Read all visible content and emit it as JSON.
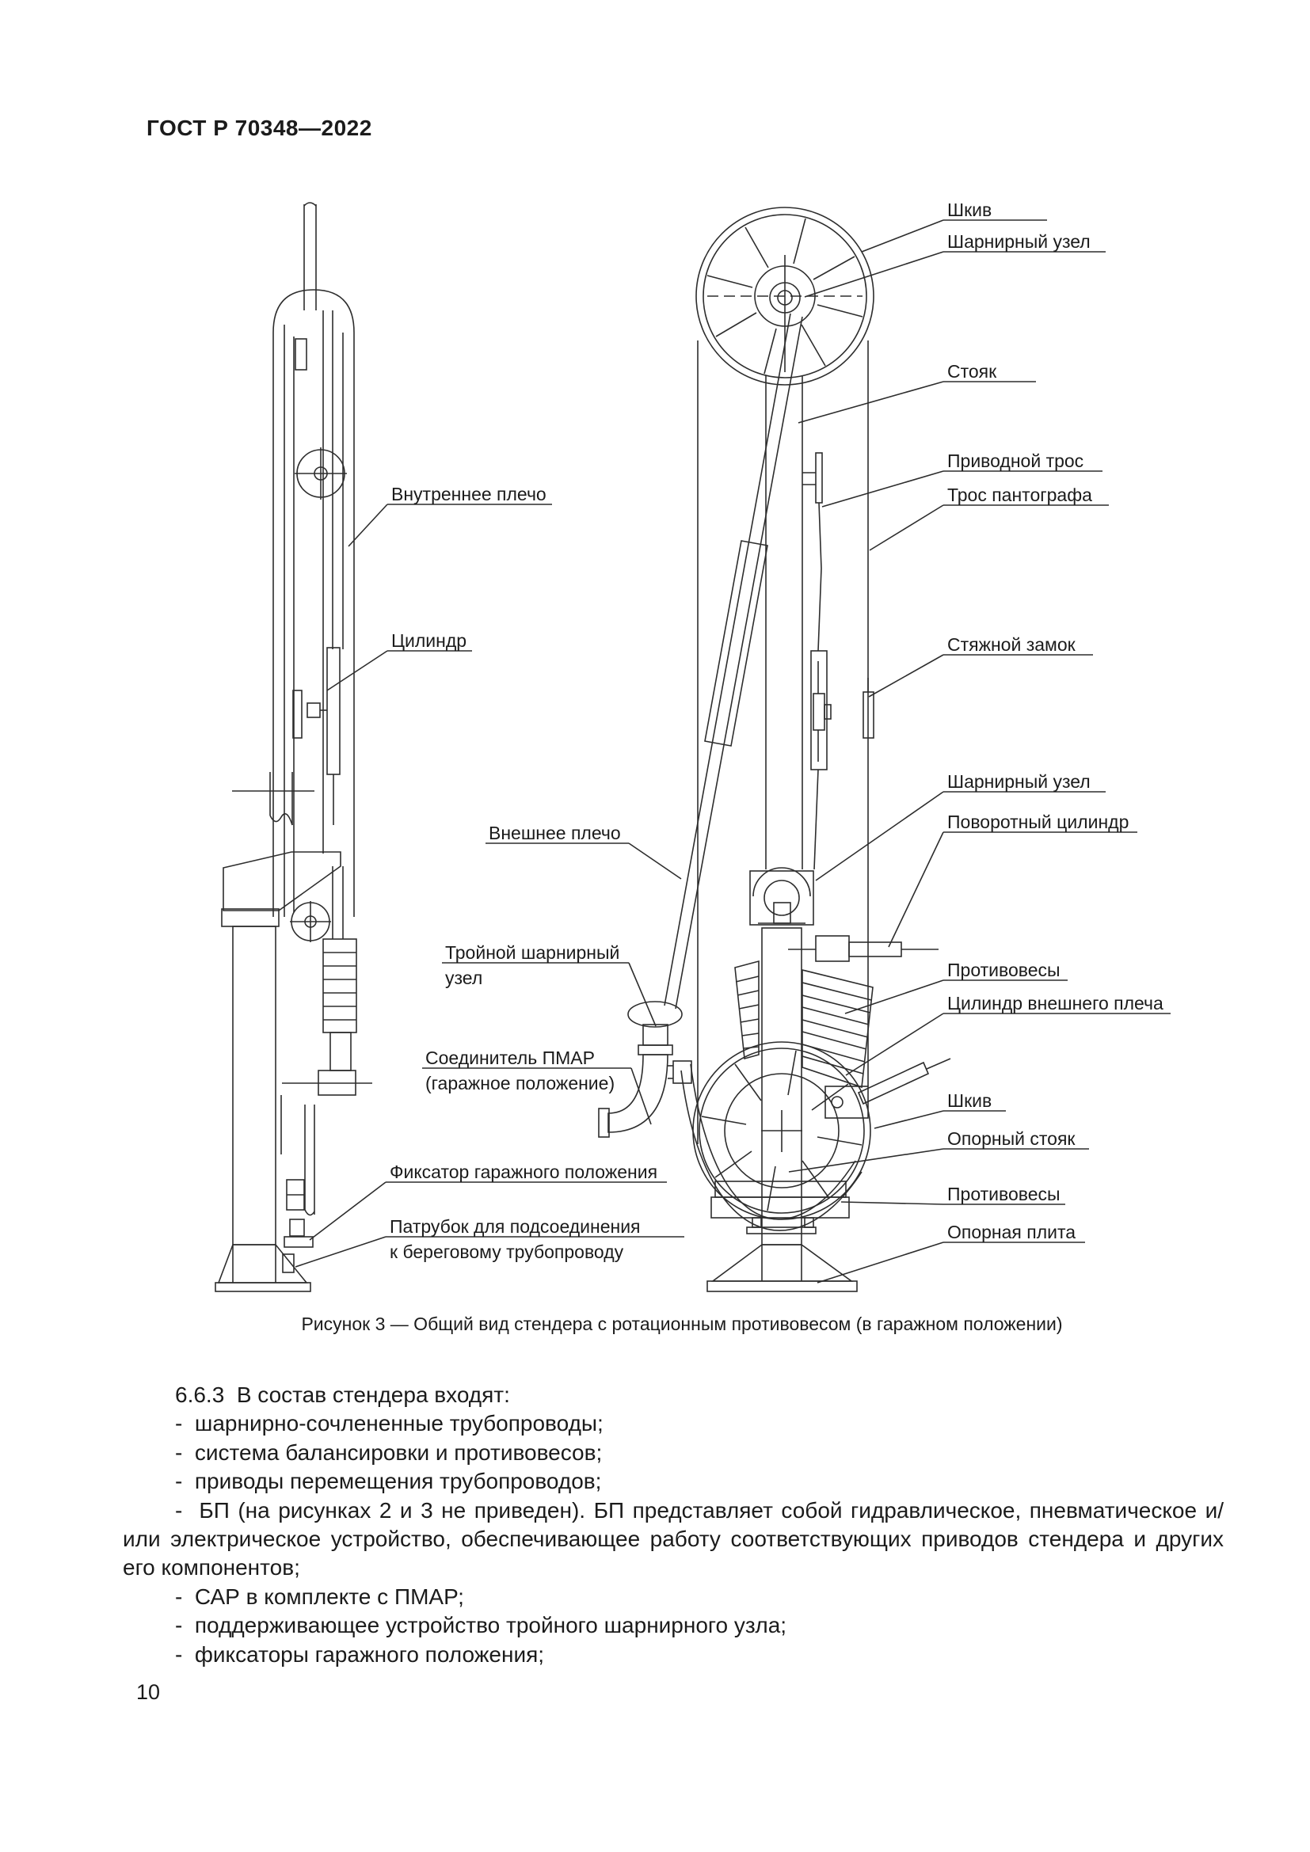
{
  "page": {
    "header": "ГОСТ Р 70348—2022",
    "number": "10"
  },
  "figure": {
    "caption": "Рисунок 3 — Общий вид стендера с ротационным противовесом (в гаражном положении)",
    "labels": {
      "sheave_top": "Шкив",
      "swivel_joint_top": "Шарнирный узел",
      "riser": "Стояк",
      "drive_cable": "Приводной трос",
      "pantograph_cable": "Трос пантографа",
      "turnbuckle": "Стяжной замок",
      "swivel_joint_mid": "Шарнирный узел",
      "rotary_cylinder": "Поворотный цилиндр",
      "counterweights_mid": "Противовесы",
      "outer_arm_cylinder": "Цилиндр внешнего плеча",
      "sheave_bottom": "Шкив",
      "support_riser": "Опорный стояк",
      "counterweights_bottom": "Противовесы",
      "base_plate": "Опорная плита",
      "inner_arm": "Внутреннее плечо",
      "cylinder": "Цилиндр",
      "outer_arm": "Внешнее плечо",
      "triple_swivel_line1": "Тройной шарнирный",
      "triple_swivel_line2": "узел",
      "pmar_line1": "Соединитель ПМАР",
      "pmar_line2": "(гаражное положение)",
      "garage_lock": "Фиксатор гаражного положения",
      "shore_pipe_line1": "Патрубок для подсоединения",
      "shore_pipe_line2": "к береговому трубопроводу"
    }
  },
  "content": {
    "clause": "6.6.3  В состав стендера входят:",
    "item1": "-  шарнирно-сочлененные трубопроводы;",
    "item2": "-  система балансировки и противовесов;",
    "item3": "-  приводы перемещения трубопроводов;",
    "item4": "-  БП (на рисунках 2 и 3 не приведен). БП представляет собой гидравлическое, пневматическое и/или электрическое устройство, обеспечивающее работу соответствующих приводов стендера и других его компонентов;",
    "item5": "-  САР в комплекте с ПМАР;",
    "item6": "-  поддерживающее устройство тройного шарнирного узла;",
    "item7": "-  фиксаторы гаражного положения;"
  }
}
